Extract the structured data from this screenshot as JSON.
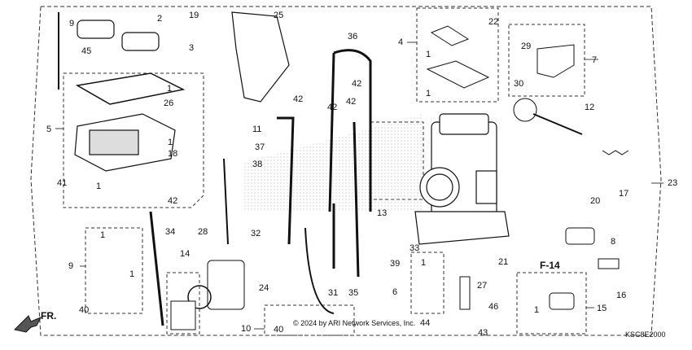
{
  "diagram": {
    "fig_code": "F-14",
    "catalog_code": "KSC8E2000",
    "copyright": "© 2024 by ARI Network Services, Inc.",
    "front_marker": "FR.",
    "callouts": [
      "1",
      "2",
      "3",
      "4",
      "5",
      "6",
      "7",
      "8",
      "9",
      "10",
      "11",
      "12",
      "13",
      "14",
      "15",
      "16",
      "17",
      "18",
      "19",
      "20",
      "21",
      "22",
      "23",
      "24",
      "25",
      "26",
      "27",
      "28",
      "29",
      "30",
      "31",
      "32",
      "33",
      "34",
      "35",
      "36",
      "37",
      "38",
      "39",
      "40",
      "41",
      "42",
      "43",
      "44",
      "45",
      "46"
    ]
  }
}
